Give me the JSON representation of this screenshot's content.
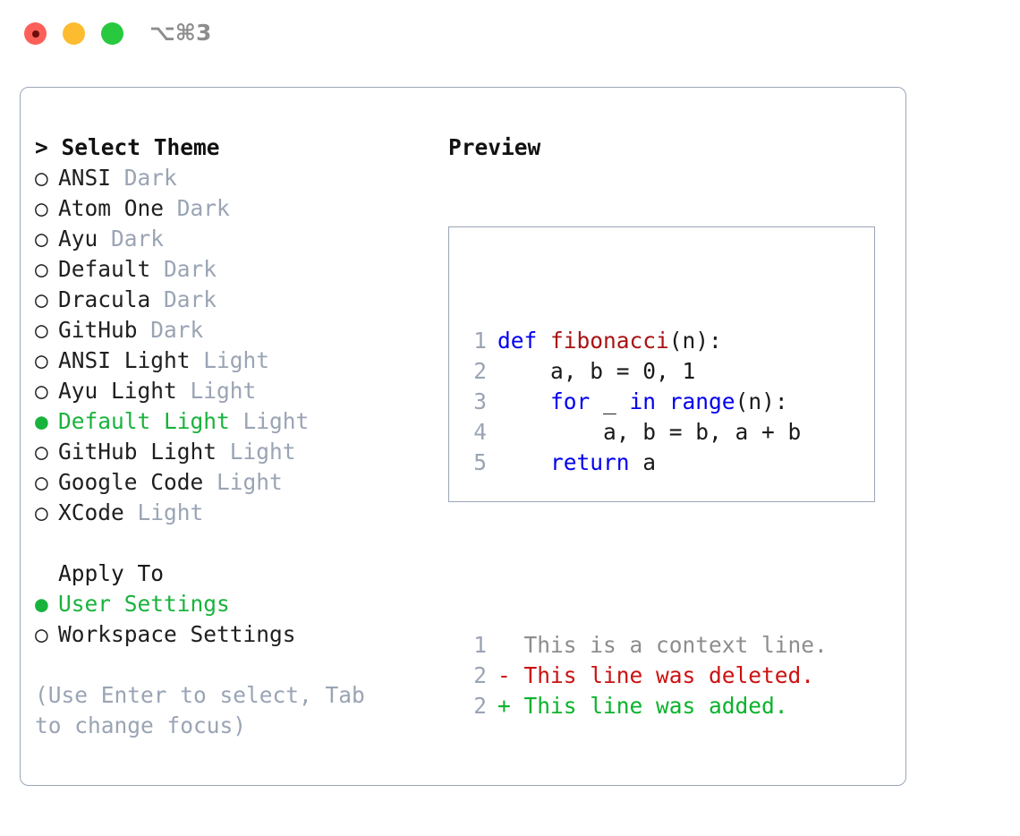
{
  "window": {
    "shortcut": "⌥⌘3",
    "lights": [
      "close-red",
      "minimize-yellow",
      "zoom-green"
    ]
  },
  "theme_picker": {
    "header": "> Select Theme",
    "items": [
      {
        "marker": "○",
        "name": "ANSI",
        "variant": "Dark",
        "selected": false
      },
      {
        "marker": "○",
        "name": "Atom One",
        "variant": "Dark",
        "selected": false
      },
      {
        "marker": "○",
        "name": "Ayu",
        "variant": "Dark",
        "selected": false
      },
      {
        "marker": "○",
        "name": "Default",
        "variant": "Dark",
        "selected": false
      },
      {
        "marker": "○",
        "name": "Dracula",
        "variant": "Dark",
        "selected": false
      },
      {
        "marker": "○",
        "name": "GitHub",
        "variant": "Dark",
        "selected": false
      },
      {
        "marker": "○",
        "name": "ANSI Light",
        "variant": "Light",
        "selected": false
      },
      {
        "marker": "○",
        "name": "Ayu Light",
        "variant": "Light",
        "selected": false
      },
      {
        "marker": "●",
        "name": "Default Light",
        "variant": "Light",
        "selected": true
      },
      {
        "marker": "○",
        "name": "GitHub Light",
        "variant": "Light",
        "selected": false
      },
      {
        "marker": "○",
        "name": "Google Code",
        "variant": "Light",
        "selected": false
      },
      {
        "marker": "○",
        "name": "XCode",
        "variant": "Light",
        "selected": false
      }
    ]
  },
  "apply_to": {
    "header": "Apply To",
    "items": [
      {
        "marker": "●",
        "label": "User Settings",
        "selected": true
      },
      {
        "marker": "○",
        "label": "Workspace Settings",
        "selected": false
      }
    ]
  },
  "hint": "(Use Enter to select, Tab to change focus)",
  "preview": {
    "title": "Preview",
    "code_lines": [
      {
        "num": "1",
        "tokens": [
          {
            "t": "def ",
            "c": "kw"
          },
          {
            "t": "fibonacci",
            "c": "fn"
          },
          {
            "t": "(n):",
            "c": "pl"
          }
        ]
      },
      {
        "num": "2",
        "tokens": [
          {
            "t": "    a, b = 0, 1",
            "c": "pl"
          }
        ]
      },
      {
        "num": "3",
        "tokens": [
          {
            "t": "    ",
            "c": "pl"
          },
          {
            "t": "for",
            "c": "kw"
          },
          {
            "t": " _ ",
            "c": "pl"
          },
          {
            "t": "in range",
            "c": "kw"
          },
          {
            "t": "(n):",
            "c": "pl"
          }
        ]
      },
      {
        "num": "4",
        "tokens": [
          {
            "t": "        a, b = b, a + b",
            "c": "pl"
          }
        ]
      },
      {
        "num": "5",
        "tokens": [
          {
            "t": "    ",
            "c": "pl"
          },
          {
            "t": "return",
            "c": "kw"
          },
          {
            "t": " a",
            "c": "pl"
          }
        ]
      }
    ],
    "diff_lines": [
      {
        "num": "1",
        "sign": "  ",
        "text": "This is a context line.",
        "kind": "ctx"
      },
      {
        "num": "2",
        "sign": "- ",
        "text": "This line was deleted.",
        "kind": "del"
      },
      {
        "num": "2",
        "sign": "+ ",
        "text": "This line was added.",
        "kind": "add"
      }
    ]
  },
  "colors": {
    "selected_green": "#19b33c",
    "muted": "#9aa4b4",
    "keyword_blue": "#0000ee",
    "function_red": "#a81414",
    "diff_delete": "#cc1111",
    "diff_add": "#0ab32b",
    "border": "#9aa6b6"
  }
}
